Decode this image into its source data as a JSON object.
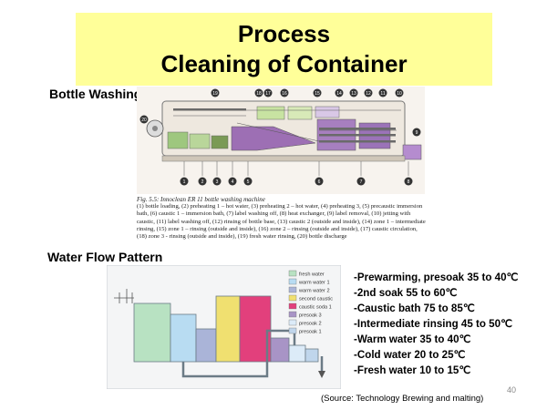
{
  "slide": {
    "title_line1": "Process",
    "title_line2": "Cleaning of Container",
    "section1": "Bottle Washing Machine",
    "section2": "Water Flow Pattern",
    "page_number": "40",
    "source": "(Source: Technology Brewing and malting)"
  },
  "machine": {
    "top_numbers": [
      "19",
      "18",
      "17",
      "16",
      "15",
      "14",
      "13",
      "12",
      "11",
      "10"
    ],
    "bottom_numbers": [
      "1",
      "2",
      "3",
      "4",
      "5",
      "6",
      "7",
      "8"
    ],
    "side_numbers": [
      "20",
      "9"
    ],
    "figure_title": "Fig. 5.5: Innoclean ER 11 bottle washing machine",
    "caption": "(1) bottle loading, (2) preheating 1 – hot water, (3) preheating 2 – hot water, (4) preheating 3, (5) precaustic immersion bath, (6) caustic 1 – immersion bath, (7) label washing off, (8) heat exchanger, (9) label removal, (10) jetting with caustic, (11) label washing off, (12) rinsing of bottle base, (13) caustic 2 (outside and inside), (14) zone 1 – intermediate rinsing, (15) zone 1 – rinsing (outside and inside), (16) zone 2 – rinsing (outside and inside), (17) caustic circulation, (18) zone 3 - rinsing (outside and inside), (19) fresh water rinsing, (20) bottle discharge"
  },
  "legend": [
    {
      "label": "fresh water",
      "color": "#b8e2c2"
    },
    {
      "label": "warm water 1",
      "color": "#b8dcf2"
    },
    {
      "label": "warm water 2",
      "color": "#aab4d8"
    },
    {
      "label": "second caustic",
      "color": "#f0e070"
    },
    {
      "label": "caustic soda 1",
      "color": "#e2407c"
    },
    {
      "label": "presoak 3",
      "color": "#a894c6"
    },
    {
      "label": "presoak 2",
      "color": "#dcebf8"
    },
    {
      "label": "presoak 1",
      "color": "#c0d6ec"
    }
  ],
  "bullets": [
    "-Prewarming, presoak 35 to 40℃",
    "-2nd soak 55 to 60℃",
    "-Caustic bath 75 to 85℃",
    "-Intermediate rinsing 45 to 50℃",
    "-Warm water 35 to 40℃",
    "-Cold water 20 to 25℃",
    "-Fresh water 10 to 15℃"
  ]
}
